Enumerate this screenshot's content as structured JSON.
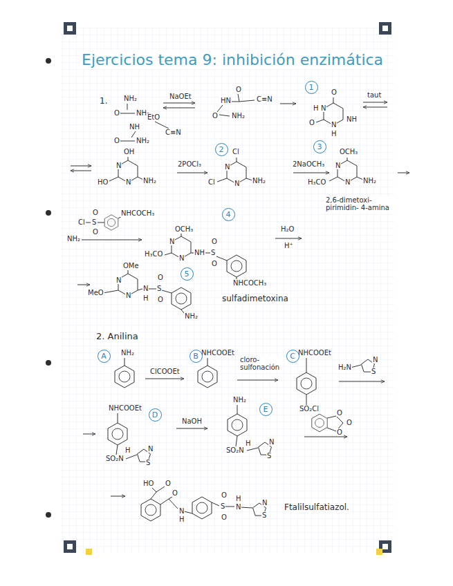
{
  "diagram": {
    "title": "Ejercicios tema 9: inhibición enzimática",
    "nodes": [
      {
        "text": [
          "1"
        ]
      },
      {
        "text": [
          "2"
        ]
      },
      {
        "text": [
          "3"
        ]
      },
      {
        "text": [
          "4"
        ]
      },
      {
        "text": [
          "5"
        ]
      },
      {
        "text": [
          "A"
        ]
      },
      {
        "text": [
          "B"
        ]
      },
      {
        "text": [
          "C"
        ]
      },
      {
        "text": [
          "D"
        ]
      },
      {
        "text": [
          "E"
        ]
      }
    ],
    "labels": [
      "1.",
      "NH₂",
      "O",
      "NH₂",
      "NH",
      "O",
      "NH₂",
      "NaOEt",
      "EtO",
      "C≡N",
      "HN",
      "O",
      "C≡N",
      "O",
      "NH₂",
      "O",
      "H",
      "N",
      "O",
      "N",
      "H",
      "NH",
      "taut",
      "OH",
      "N",
      "N",
      "HO",
      "NH₂",
      "2POCl₃",
      "Cl",
      "N",
      "N",
      "Cl",
      "NH₂",
      "2NaOCH₃",
      "OCH₃",
      "N",
      "N",
      "H₃CO",
      "NH₂",
      "2,6-dimetoxi-pirimidin- 4-amina",
      "Cl",
      "S",
      "O",
      "O",
      "NHCOCH₃",
      "NH₂",
      "OCH₃",
      "N",
      "N",
      "H₃CO",
      "NH",
      "S",
      "O",
      "O",
      "NHCOCH₃",
      "H₂O",
      "H⁺",
      "OMe",
      "N",
      "N",
      "MeO",
      "N",
      "H",
      "S",
      "O",
      "O",
      "NH₂",
      "sulfadimetoxina",
      "2. Anilina",
      "NH₂",
      "ClCOOEt",
      "NHCOOEt",
      "cloro- sulfonación",
      "NHCOOEt",
      "SO₂Cl",
      "H₂N",
      "N",
      "S",
      "NHCOOEt",
      "SO₂N",
      "H",
      "N",
      "S",
      "NaOH",
      "NH₂",
      "SO₂N",
      "H",
      "N",
      "S",
      "O",
      "O",
      "O",
      "HO",
      "O",
      "O",
      "N",
      "H",
      "S",
      "O",
      "O",
      "H",
      "N",
      "N",
      "S",
      "Ftalilsulfatiazol."
    ]
  }
}
